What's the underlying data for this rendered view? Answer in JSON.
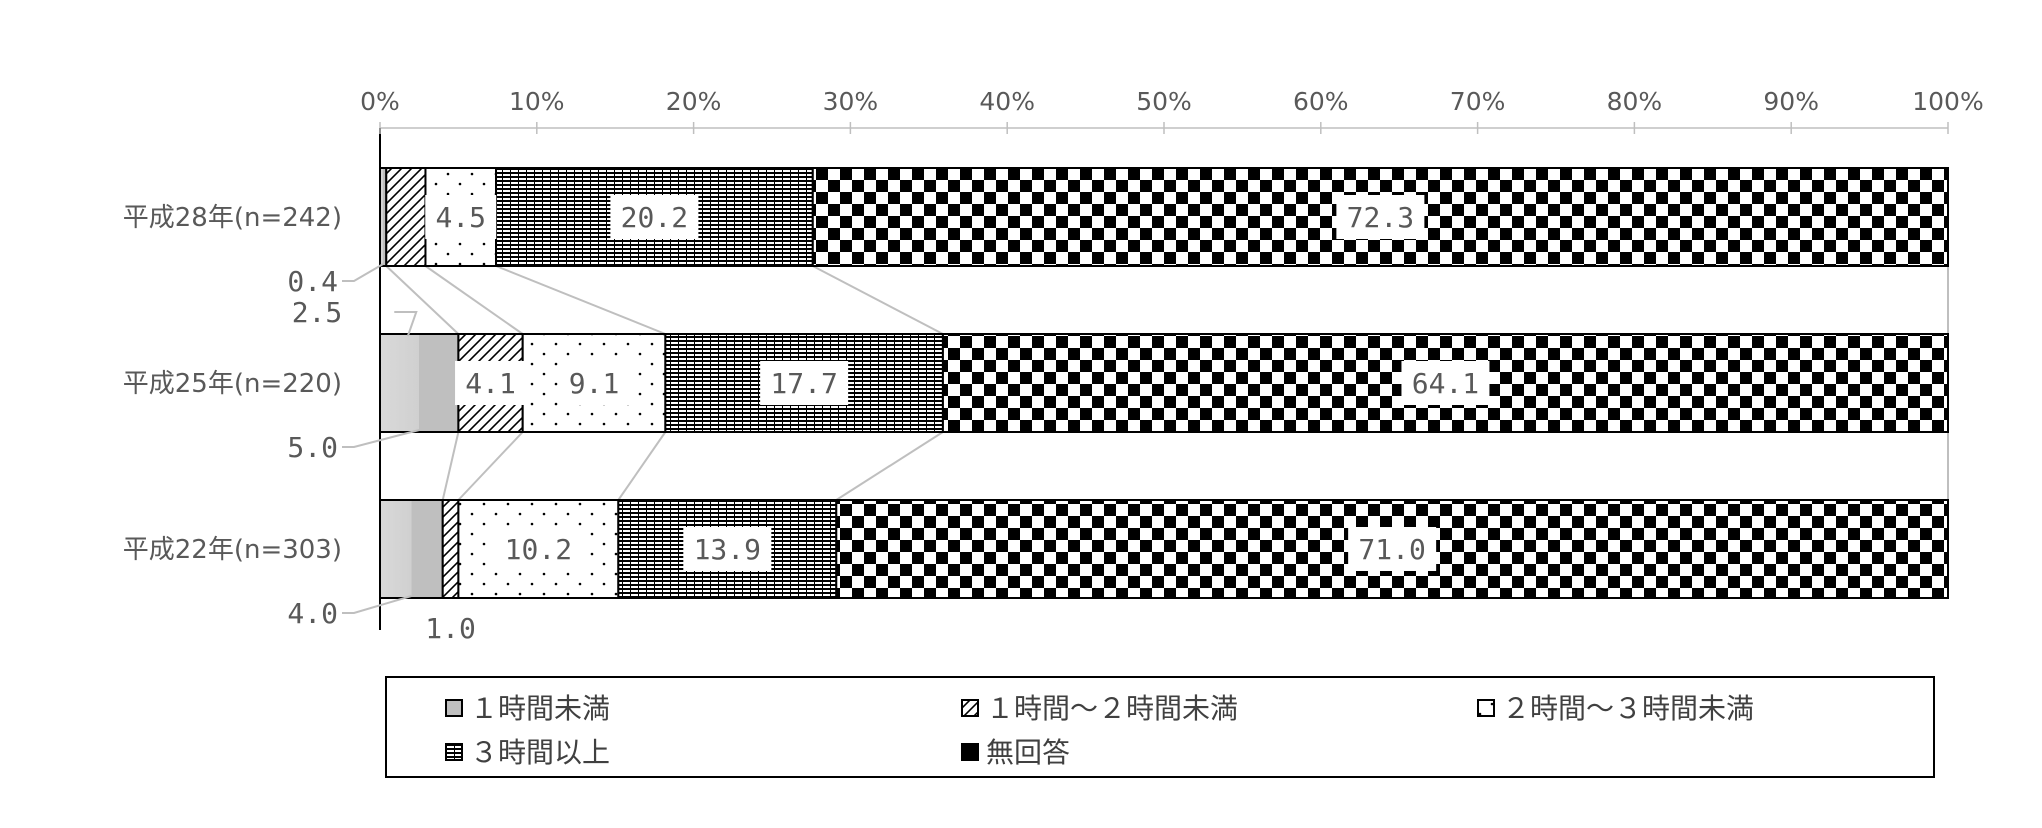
{
  "chart_data": {
    "type": "bar",
    "orientation": "horizontal",
    "stacked": true,
    "percent_axis": true,
    "xlim": [
      0,
      100
    ],
    "x_ticks": [
      "0%",
      "10%",
      "20%",
      "30%",
      "40%",
      "50%",
      "60%",
      "70%",
      "80%",
      "90%",
      "100%"
    ],
    "categories": [
      "平成28年(n=242)",
      "平成25年(n=220)",
      "平成22年(n=303)"
    ],
    "series": [
      {
        "name": "１時間未満",
        "values": [
          0.4,
          5.0,
          4.0
        ],
        "labels": [
          "0.4",
          "5.0",
          "4.0"
        ]
      },
      {
        "name": "１時間～２時間未満",
        "values": [
          2.5,
          4.1,
          1.0
        ],
        "labels": [
          "2.5",
          "4.1",
          "1.0"
        ]
      },
      {
        "name": "２時間～３時間未満",
        "values": [
          4.5,
          9.1,
          10.2
        ],
        "labels": [
          "4.5",
          "9.1",
          "10.2"
        ]
      },
      {
        "name": "３時間以上",
        "values": [
          20.2,
          17.7,
          13.9
        ],
        "labels": [
          "20.2",
          "17.7",
          "13.9"
        ]
      },
      {
        "name": "無回答",
        "values": [
          72.3,
          64.1,
          71.0
        ],
        "labels": [
          "72.3",
          "64.1",
          "71.0"
        ]
      }
    ],
    "legend_position": "bottom",
    "grid": false,
    "series_connector_lines": true
  }
}
